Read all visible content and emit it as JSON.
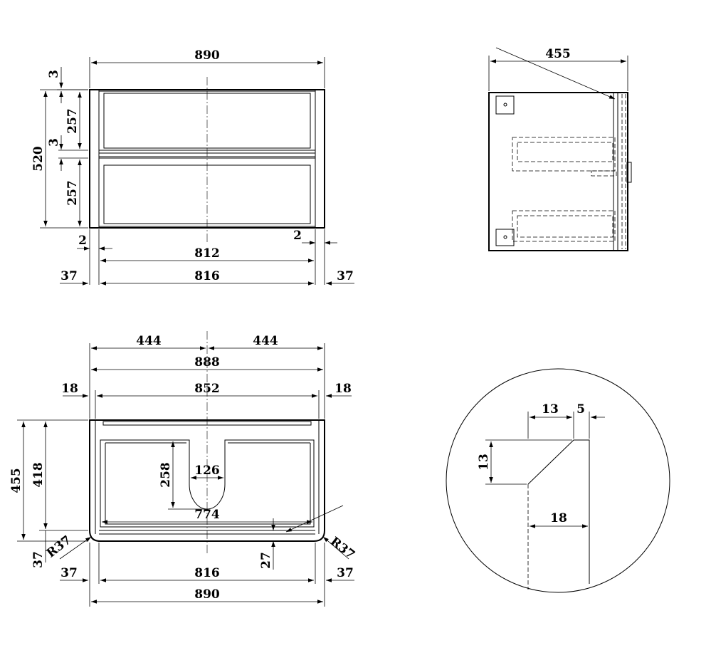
{
  "front_view": {
    "width_total": "890",
    "gap_top": "3",
    "drawer_upper": "257",
    "gap_middle": "3",
    "drawer_lower": "257",
    "height_total": "520",
    "side_gap_left": "2",
    "side_gap_right": "2",
    "inner_width": "812",
    "body_width": "816",
    "panel_left": "37",
    "panel_right": "37"
  },
  "side_view": {
    "depth": "455"
  },
  "plan_view": {
    "half_left": "444",
    "half_right": "444",
    "outer_width": "888",
    "inner_width": "852",
    "side_left": "18",
    "side_right": "18",
    "depth_total": "455",
    "depth_inner": "418",
    "cutout_depth": "258",
    "cutout_width": "126",
    "drawer_width": "774",
    "base_offset": "37",
    "radius_left": "R37",
    "radius_right": "R37",
    "front_thickness": "27",
    "panel_left": "37",
    "body_width": "816",
    "panel_right": "37",
    "width_total": "890"
  },
  "detail_view": {
    "dim_13_top": "13",
    "dim_5": "5",
    "dim_13_side": "13",
    "dim_18": "18"
  }
}
